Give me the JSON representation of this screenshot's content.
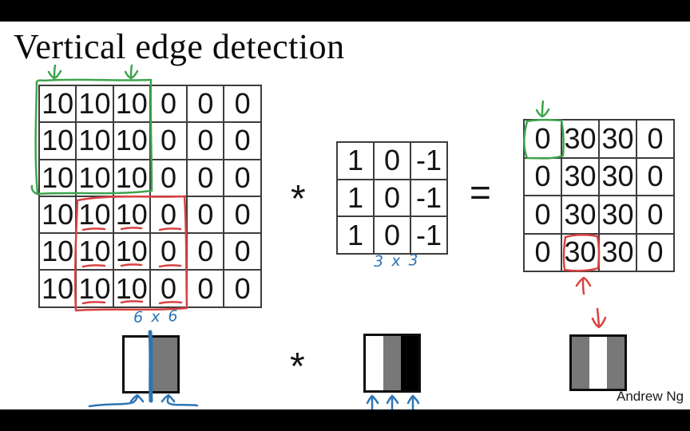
{
  "title": "Vertical edge detection",
  "credit": "Andrew Ng",
  "operators": {
    "convolve": "*",
    "equals": "="
  },
  "input_matrix": {
    "dimension_label": "6 x 6",
    "values": [
      [
        10,
        10,
        10,
        0,
        0,
        0
      ],
      [
        10,
        10,
        10,
        0,
        0,
        0
      ],
      [
        10,
        10,
        10,
        0,
        0,
        0
      ],
      [
        10,
        10,
        10,
        0,
        0,
        0
      ],
      [
        10,
        10,
        10,
        0,
        0,
        0
      ],
      [
        10,
        10,
        10,
        0,
        0,
        0
      ]
    ]
  },
  "filter_matrix": {
    "dimension_label": "3 x 3",
    "values": [
      [
        1,
        0,
        -1
      ],
      [
        1,
        0,
        -1
      ],
      [
        1,
        0,
        -1
      ]
    ]
  },
  "output_matrix": {
    "values": [
      [
        0,
        30,
        30,
        0
      ],
      [
        0,
        30,
        30,
        0
      ],
      [
        0,
        30,
        30,
        0
      ],
      [
        0,
        30,
        30,
        0
      ]
    ]
  },
  "annotation_colors": {
    "green": "#3DA44E",
    "red": "#D94141",
    "blue": "#2E74B5"
  },
  "previews": {
    "input_image": {
      "stripes": [
        "#FFFFFF",
        "#787878"
      ]
    },
    "filter_image": {
      "stripes": [
        "#FFFFFF",
        "#787878",
        "#000000"
      ]
    },
    "output_image": {
      "stripes": [
        "#787878",
        "#FFFFFF",
        "#787878"
      ]
    }
  }
}
